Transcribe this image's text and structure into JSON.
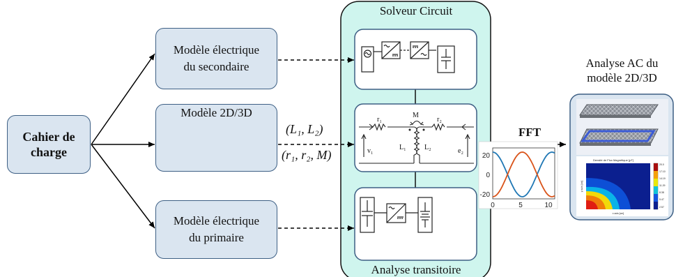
{
  "cahier": {
    "line1": "Cahier de",
    "line2": "charge"
  },
  "secondaire": {
    "line1": "Modèle électrique",
    "line2": "du secondaire"
  },
  "modele3d": {
    "title": "Modèle 2D/3D"
  },
  "primaire": {
    "line1": "Modèle électrique",
    "line2": "du primaire"
  },
  "params": {
    "top": "(L₁, L₂)",
    "bottom": "(r₁, r₂, M)"
  },
  "solver": {
    "title": "Solveur Circuit",
    "bottom": "Analyse transitoire",
    "circuit": {
      "m": "M",
      "r1": "r₁",
      "r2": "r₂",
      "l1": "L₁",
      "l2": "L₂",
      "v1": "v₁",
      "e2": "e₂"
    }
  },
  "fft": {
    "label": "FFT"
  },
  "plot": {
    "yticks": [
      "20",
      "0",
      "-20"
    ],
    "xticks": [
      "0",
      "5",
      "10"
    ],
    "series": [
      {
        "color": "#1f77b4",
        "kind": "cos"
      },
      {
        "color": "#d95319",
        "kind": "-cos"
      }
    ]
  },
  "ac": {
    "title1": "Analyse AC du",
    "title2": "modèle 2D/3D",
    "heatmap_title": "Densité de Flux Magnétique [µT]",
    "xlabel": "x axis [cm]",
    "ylabel": "y axis [cm]",
    "colorbar": [
      "20.0",
      "17.10",
      "14.19",
      "11.29",
      "8.38",
      "5.47",
      "2.57"
    ]
  },
  "colors": {
    "box_fill": "#dae5f0",
    "box_border": "#3d5f84",
    "solver_fill": "#cff5ee",
    "coil": "#3b5bd6"
  }
}
